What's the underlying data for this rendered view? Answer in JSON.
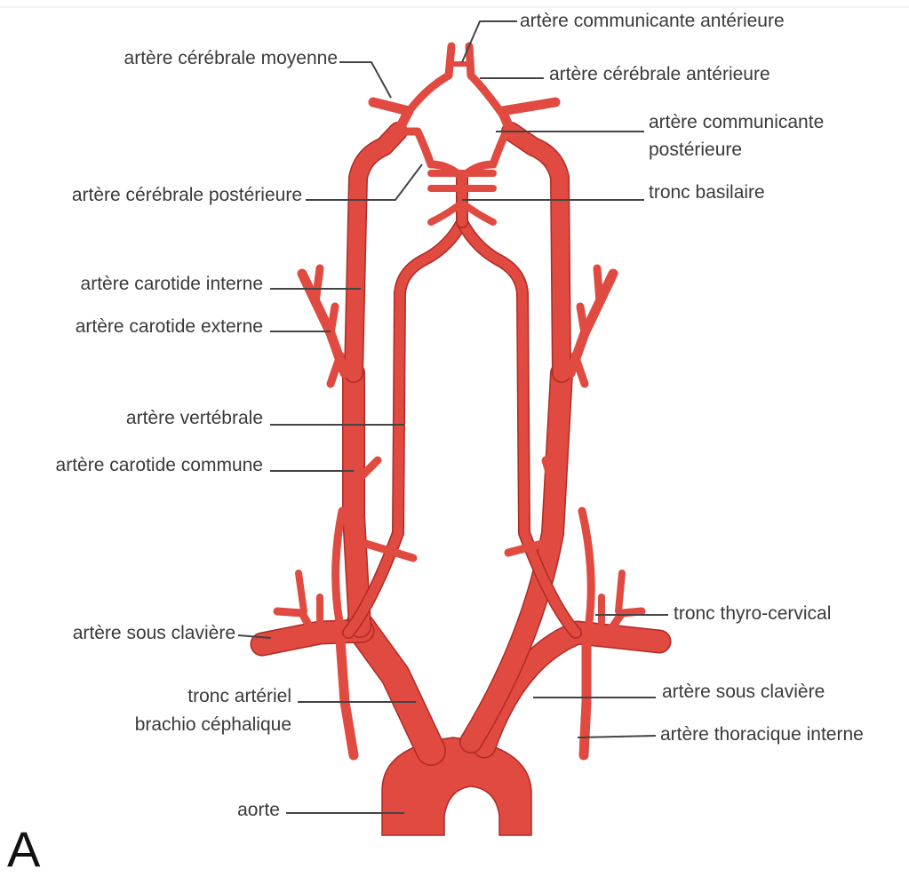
{
  "colors": {
    "artery": "#e04a40",
    "artery_dark": "#b02a25",
    "line": "#444444",
    "text": "#3a3a3a"
  },
  "figure_letter": "A",
  "labels": {
    "communicante_ant": "artère communicante antérieure",
    "cerebrale_moyenne": "artère cérébrale moyenne",
    "cerebrale_ant": "artère cérébrale antérieure",
    "communicante_post_1": "artère communicante",
    "communicante_post_2": "postérieure",
    "cerebrale_post": "artère cérébrale postérieure",
    "tronc_basilaire": "tronc basilaire",
    "carotide_interne": "artère carotide interne",
    "carotide_externe": "artère carotide externe",
    "vertebrale": "artère vertébrale",
    "carotide_commune": "artère carotide commune",
    "tronc_thyro": "tronc thyro-cervical",
    "sous_claviere_left": "artère sous clavière",
    "sous_claviere_right": "artère sous clavière",
    "tronc_arteriel_1": "tronc artériel",
    "tronc_arteriel_2": "brachio céphalique",
    "thoracique_interne": "artère thoracique interne",
    "aorte": "aorte"
  }
}
